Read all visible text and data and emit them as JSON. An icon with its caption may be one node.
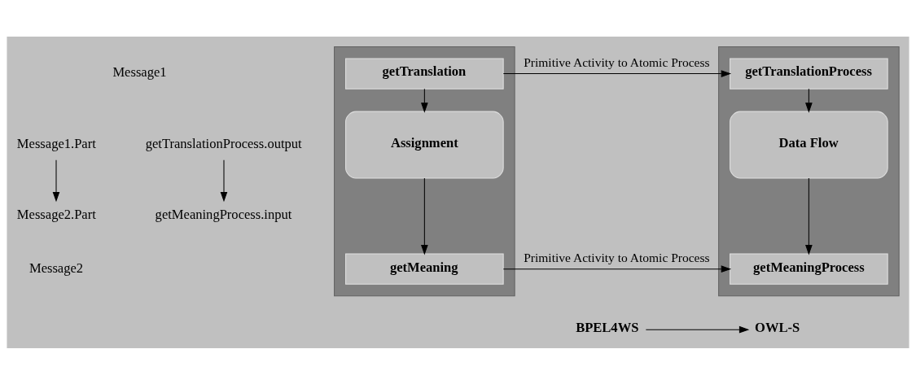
{
  "diagram": {
    "nodes": [
      {
        "text": [],
        "shape": "box"
      },
      {
        "text": [
          "getTranslation"
        ],
        "in": 0
      },
      {
        "text": [
          "Assignment"
        ],
        "in": 0
      },
      {
        "text": [
          "getMeaning"
        ],
        "in": 0
      },
      {
        "text": [],
        "shape": "box"
      },
      {
        "text": [
          "getTranslationProcess"
        ],
        "in": 4
      },
      {
        "text": [
          "Data Flow"
        ],
        "in": 4
      },
      {
        "text": [
          "getMeaningProcess"
        ],
        "in": 4
      },
      {
        "text": [
          "Message1.Part"
        ]
      },
      {
        "text": [
          "Message2.Part"
        ]
      },
      {
        "text": [
          "getTranslationProcess.output"
        ]
      },
      {
        "text": [
          "getMeaningProcess.input"
        ]
      },
      {
        "text": [
          "BPEL4WS"
        ]
      },
      {
        "text": [
          "OWL-S"
        ]
      }
    ],
    "edges": [
      {
        "from": 1,
        "to": 2,
        "arrow": "to"
      },
      {
        "from": 2,
        "to": 3,
        "arrow": "to"
      },
      {
        "from": 5,
        "to": 6,
        "arrow": "to"
      },
      {
        "from": 6,
        "to": 7,
        "arrow": "to"
      },
      {
        "from": 8,
        "to": 9,
        "arrow": "to"
      },
      {
        "from": 10,
        "to": 11,
        "arrow": "to"
      },
      {
        "from": 1,
        "to": 5,
        "arrow": "to",
        "label": "Primitive Activity to Atomic Process"
      },
      {
        "from": 3,
        "to": 7,
        "arrow": "to",
        "label": "Primitive Activity to Atomic Process"
      },
      {
        "from": 12,
        "to": 13,
        "arrow": "to"
      }
    ],
    "labels": [
      "Message1",
      "Message2"
    ]
  }
}
